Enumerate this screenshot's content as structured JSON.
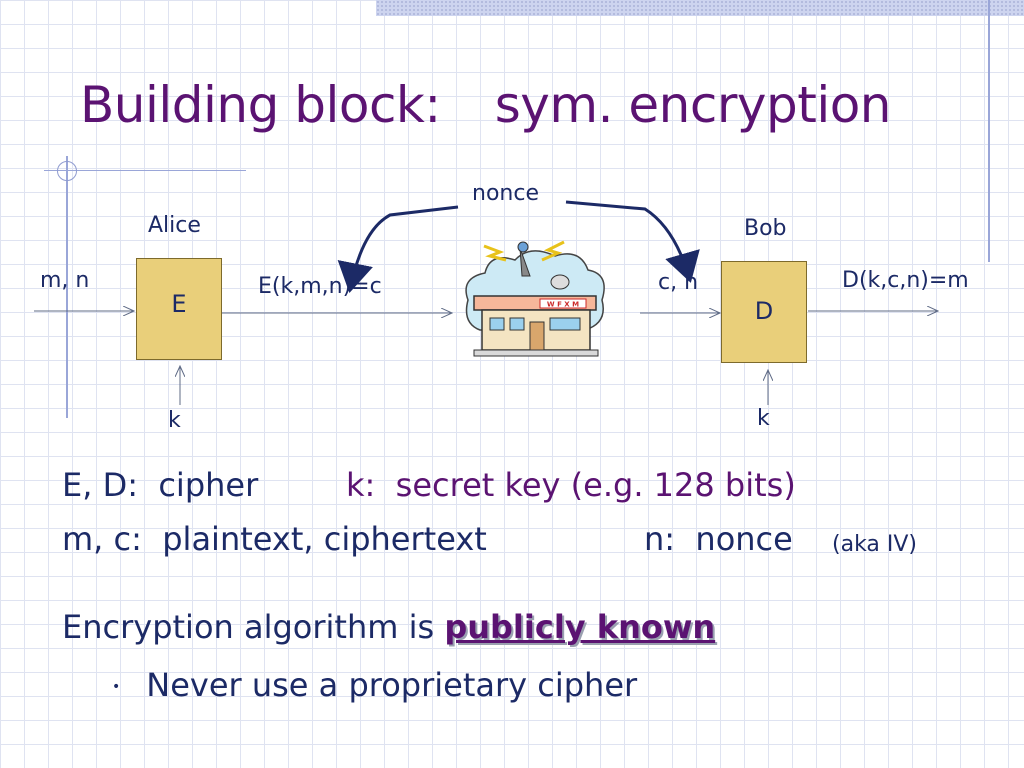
{
  "slide": {
    "title_part1": "Building block:",
    "title_part2": "sym. encryption"
  },
  "diagram": {
    "alice": "Alice",
    "bob": "Bob",
    "nonce": "nonce",
    "input_left": "m, n",
    "enc_box": "E",
    "enc_output": "E(k,m,n)=c",
    "dec_input": "c, n",
    "dec_box": "D",
    "dec_output": "D(k,c,n)=m",
    "key_left": "k",
    "key_right": "k",
    "building_icon": "radio-station-building-icon",
    "station_sign": "W F X M"
  },
  "definitions": {
    "ed_label": "E, D:",
    "ed_value": "cipher",
    "k_label": "k:",
    "k_value": "secret key (e.g. 128 bits)",
    "mc_label": "m, c:",
    "mc_value": "plaintext,  ciphertext",
    "n_label": "n:",
    "n_value": "nonce",
    "n_note": "(aka IV)"
  },
  "notes": {
    "main_prefix": "Encryption algorithm is",
    "main_emphasis": "publicly known",
    "bullet_marker": "•",
    "bullet_text": "Never use a proprietary cipher"
  },
  "colors": {
    "title": "#5b1372",
    "body_text": "#1c2a66",
    "box_fill": "#e9cf7a",
    "grid": "#dfe3f1"
  }
}
